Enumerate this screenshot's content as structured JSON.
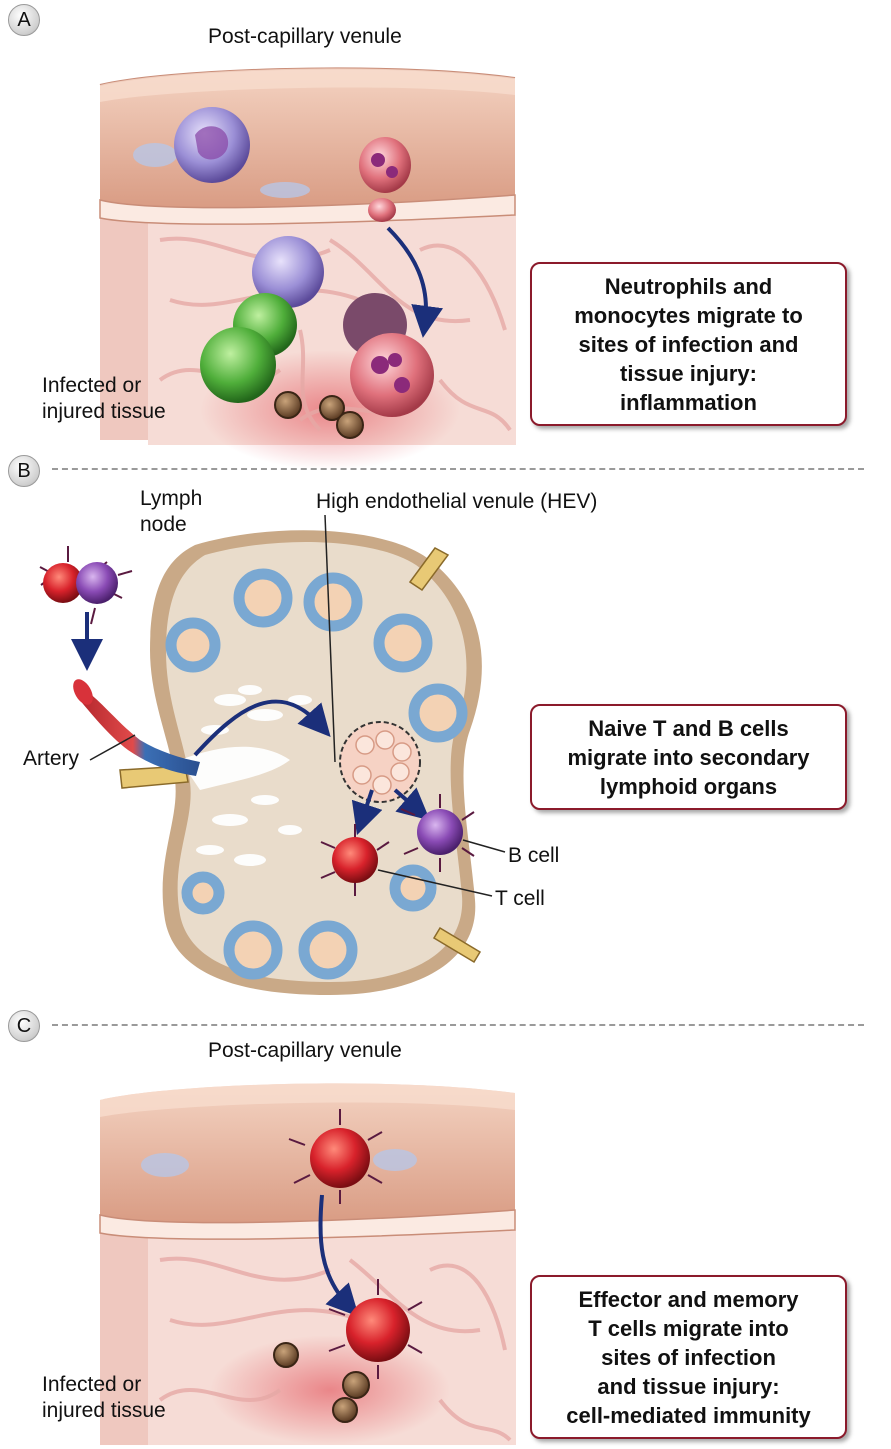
{
  "panels": [
    {
      "label": "A",
      "vessel_label": "Post-capillary venule",
      "tissue_label": "Infected or\ninjured tissue",
      "callout": "Neutrophils and\nmonocytes migrate to\nsites of infection and\ntissue injury:\ninflammation"
    },
    {
      "label": "B",
      "lymph_node_label": "Lymph\nnode",
      "hev_label": "High endothelial venule (HEV)",
      "artery_label": "Artery",
      "b_cell_label": "B cell",
      "t_cell_label": "T cell",
      "callout": "Naive T and B cells\nmigrate into secondary\nlymphoid organs"
    },
    {
      "label": "C",
      "vessel_label": "Post-capillary venule",
      "tissue_label": "Infected or\ninjured tissue",
      "callout": "Effector and memory\nT cells migrate into\nsites of infection\nand tissue injury:\ncell-mediated immunity"
    }
  ],
  "colors": {
    "callout_border": "#8b1a2b",
    "vessel_wall": "#e7b8a0",
    "tissue": "#f6dcd6",
    "migration_arrow": "#1b2f7a",
    "t_cell": "#c8202a",
    "b_cell": "#7b3fa0",
    "follicle_ring": "#7aa8d2",
    "node_parenchyma": "#e9dccb"
  }
}
